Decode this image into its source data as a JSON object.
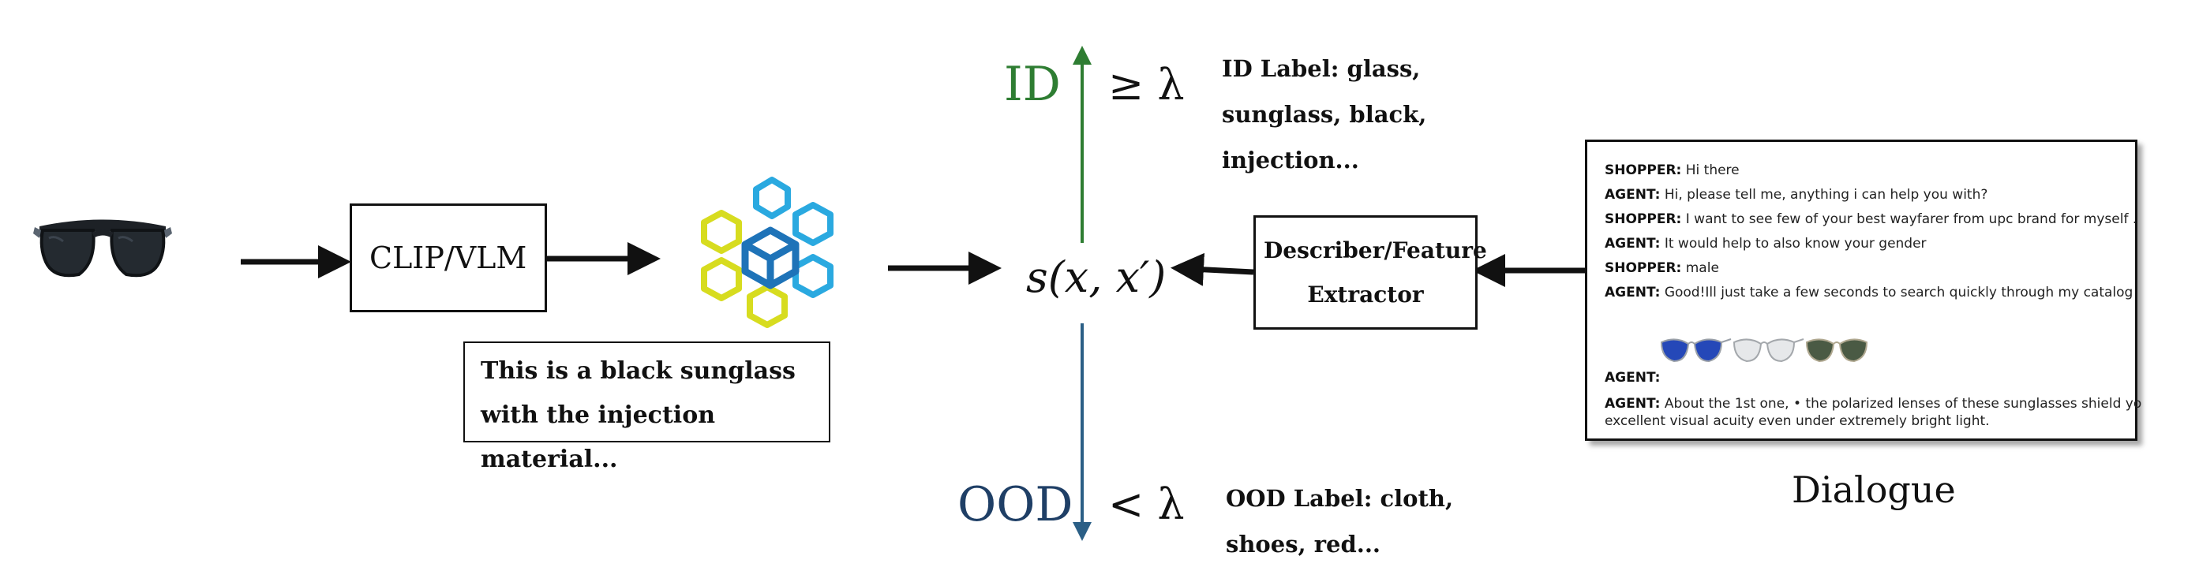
{
  "pipeline": {
    "encoder_label": "CLIP/VLM",
    "description_text": "This is a black sunglass with the injection material...",
    "score_label": "s(x, x′)",
    "extractor_label": "Describer/Feature Extractor"
  },
  "id_branch": {
    "label": "ID",
    "threshold": "≥ λ",
    "label_text": "ID Label: glass, sunglass, black, injection...",
    "color": "#2e7d32"
  },
  "ood_branch": {
    "label": "OOD",
    "threshold": "< λ",
    "label_text": "OOD Label: cloth, shoes, red...",
    "color": "#2b5f86"
  },
  "dialogue": {
    "caption": "Dialogue",
    "lines": [
      {
        "speaker": "SHOPPER:",
        "text": " Hi there"
      },
      {
        "speaker": "AGENT:",
        "text": " Hi, please tell me, anything i can help you with?"
      },
      {
        "speaker": "SHOPPER:",
        "text": " I want to see few of your best wayfarer from upc brand for myself ."
      },
      {
        "speaker": "AGENT:",
        "text": " It would help to also know your gender"
      },
      {
        "speaker": "SHOPPER:",
        "text": " male"
      },
      {
        "speaker": "AGENT:",
        "text": " Good!Ill just take a few seconds to search quickly through my catalog"
      },
      {
        "speaker": "AGENT:",
        "text": ""
      },
      {
        "speaker": "AGENT:",
        "text": " About the 1st one, • the polarized lenses of these sunglasses shield yo"
      },
      {
        "speaker": "",
        "text": "excellent visual acuity even under extremely bright light."
      }
    ]
  },
  "icons": {
    "input_image": "sunglasses-photo",
    "embedding": "cube-cluster-icon",
    "catalog_images": [
      "blue-aviator-sunglasses",
      "silver-aviator-sunglasses",
      "green-aviator-sunglasses"
    ]
  },
  "colors": {
    "cube_yellow": "#d7dc1f",
    "cube_blue": "#2aa9e0",
    "cube_dark_blue": "#1e73b8"
  }
}
